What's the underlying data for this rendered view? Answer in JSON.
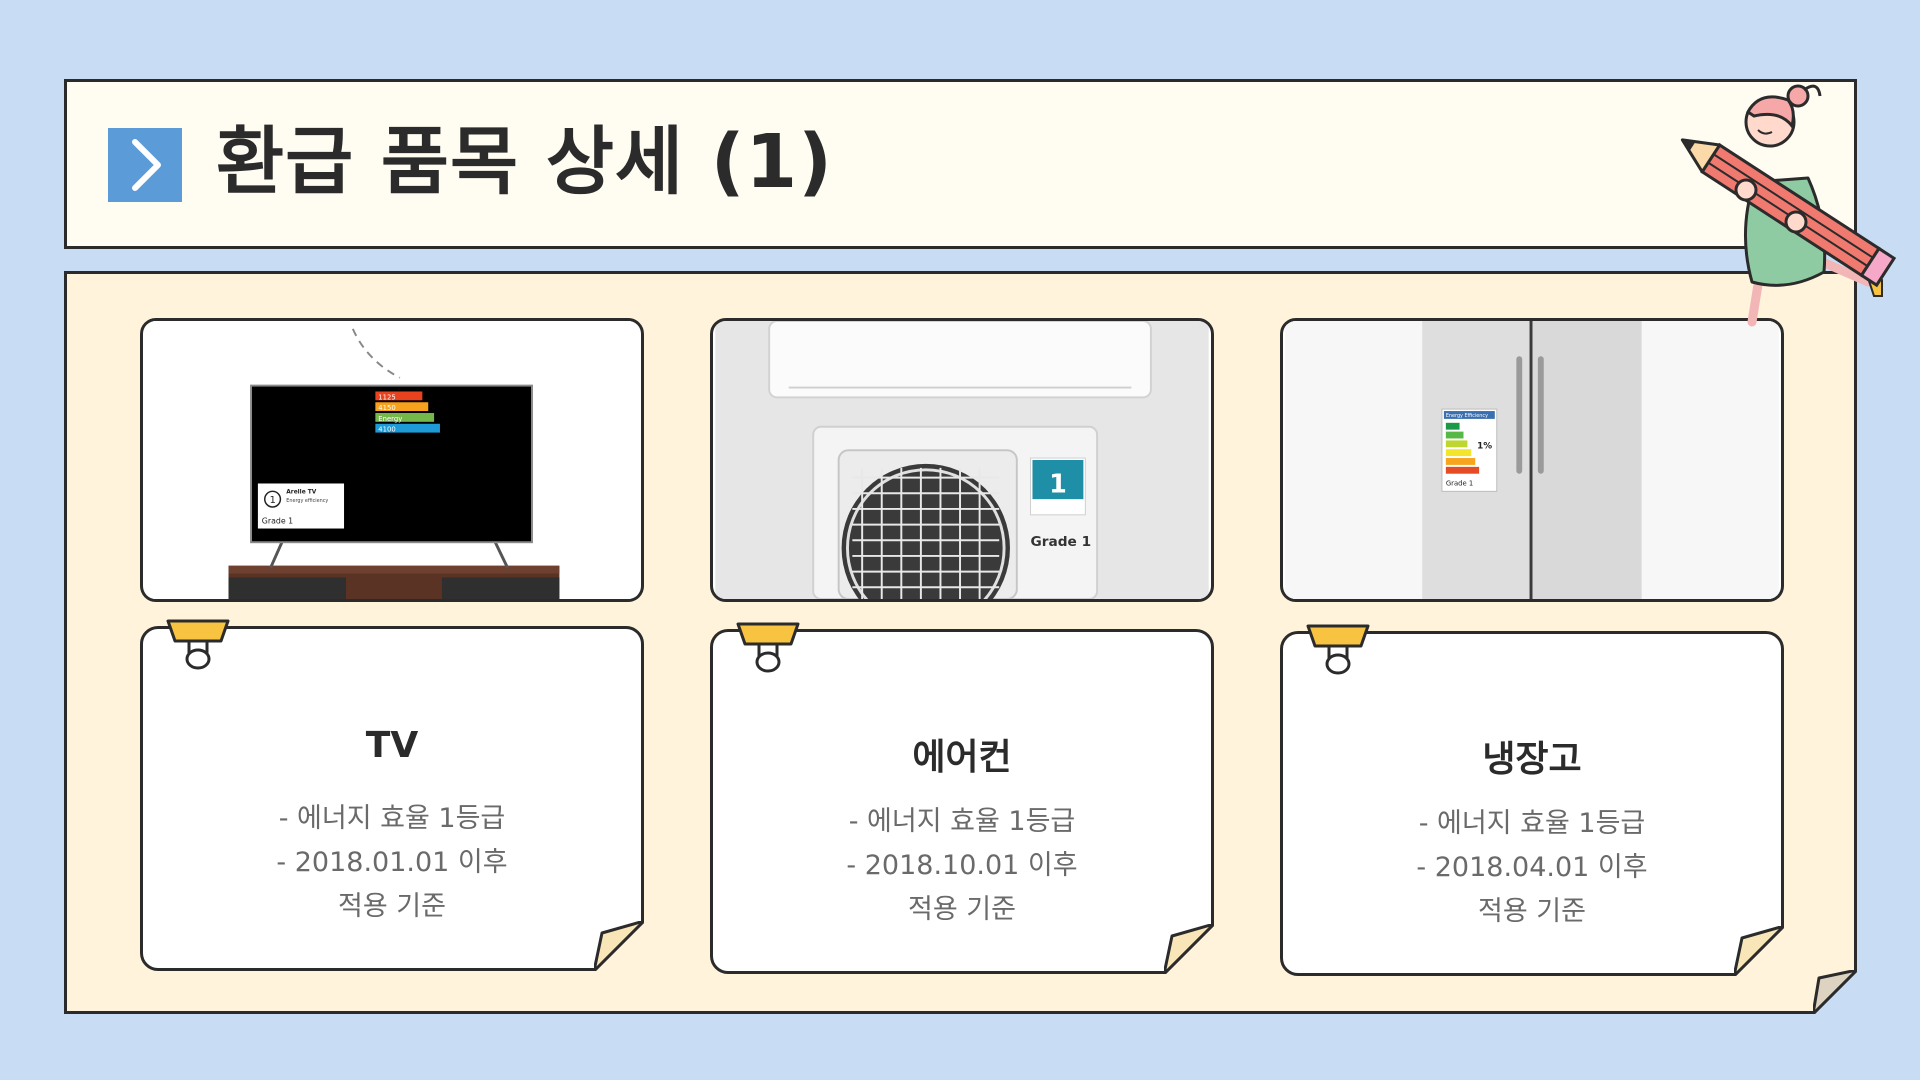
{
  "header": {
    "icon": "chevron-right-icon",
    "title": "환급 품목 상세 (1)"
  },
  "colors": {
    "background": "#c8ddf4",
    "header_bg": "#fffcf2",
    "panel_bg": "#fff3dc",
    "accent": "#5b9bd8",
    "clip": "#f7c340",
    "border": "#2b2b2b"
  },
  "products": [
    {
      "name": "TV",
      "lines": [
        "- 에너지 효율 1등급",
        "- 2018.01.01 이후",
        "적용 기준"
      ],
      "label": {
        "rows": [
          "1125",
          "4150",
          "Energy",
          "4100"
        ],
        "brand": "Arelle TV",
        "sub": "Energy efficiency",
        "grade": "Grade 1"
      }
    },
    {
      "name": "에어컨",
      "lines": [
        "- 에너지 효율 1등급",
        "- 2018.10.01 이후",
        "적용 기준"
      ],
      "label": {
        "grade": "Grade 1"
      }
    },
    {
      "name": "냉장고",
      "lines": [
        "- 에너지 효율 1등급",
        "- 2018.04.01 이후",
        "적용 기준"
      ],
      "label": {
        "title": "Energy Efficiency",
        "value": "1%",
        "grade": "Grade 1"
      }
    }
  ]
}
